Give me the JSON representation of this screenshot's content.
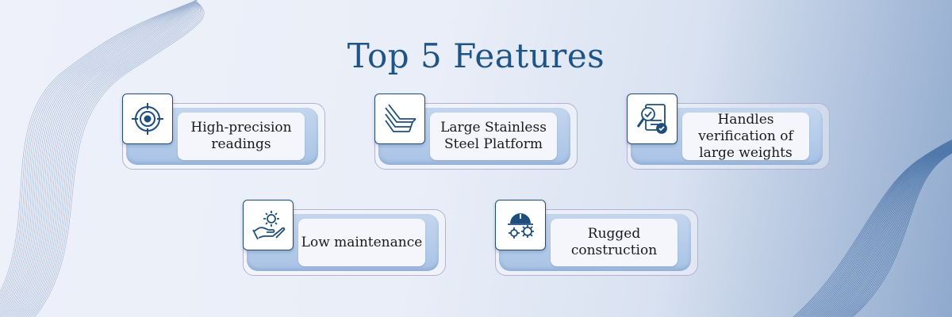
{
  "title": "Top 5 Features",
  "colors": {
    "title": "#1f5486",
    "icon_stroke": "#1e4e7c",
    "pill": "#a9c3e6",
    "label_bg": "#f5f6fb"
  },
  "features": [
    {
      "label": "High-precision readings",
      "icon": "target-icon"
    },
    {
      "label": "Large Stainless Steel Platform",
      "icon": "steel-platform-icon"
    },
    {
      "label": "Handles verification of large weights",
      "icon": "checklist-search-icon"
    },
    {
      "label": "Low maintenance",
      "icon": "hand-gear-icon"
    },
    {
      "label": "Rugged construction",
      "icon": "helmet-gears-icon"
    }
  ]
}
